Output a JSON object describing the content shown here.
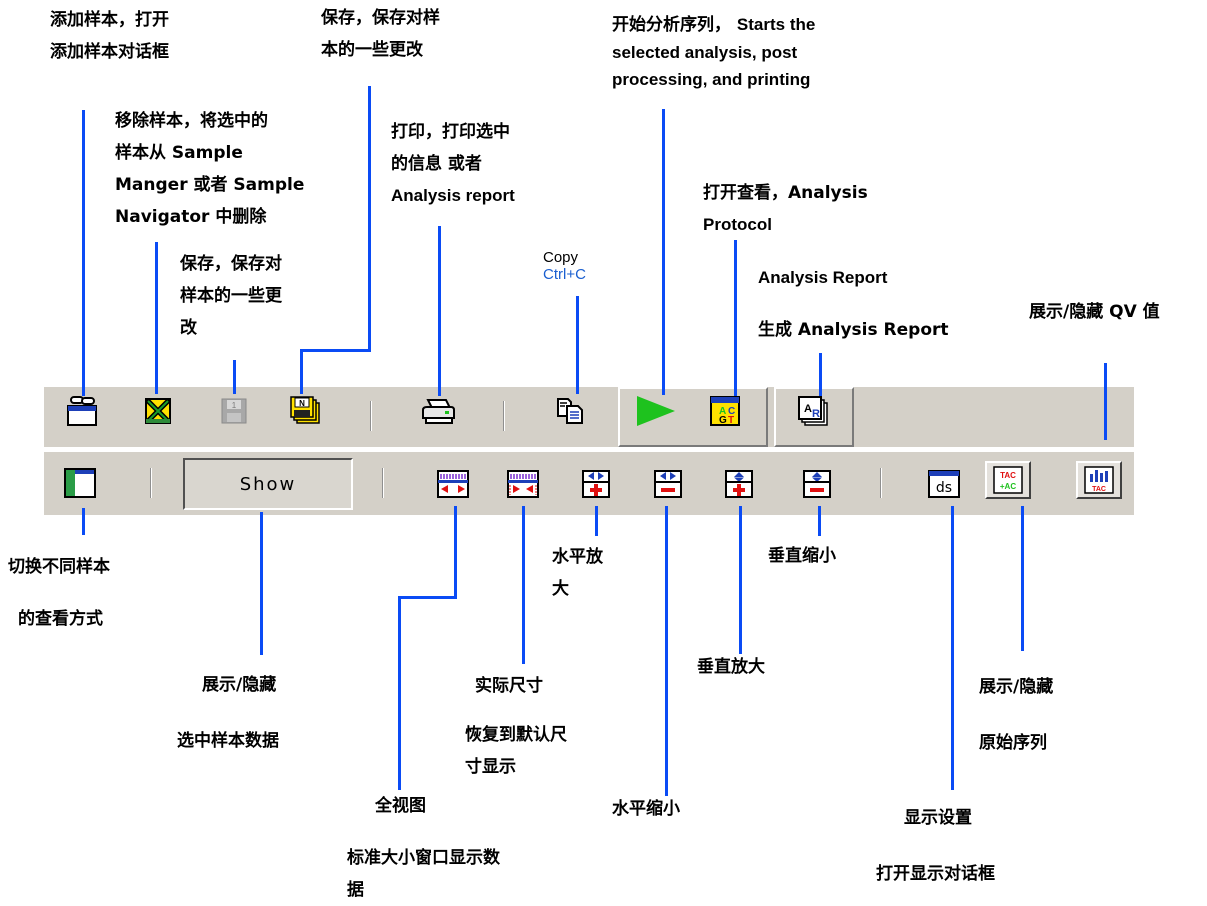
{
  "annotations": {
    "add_sample": [
      "添加样本，打开",
      "添加样本对话框"
    ],
    "save_top": [
      "保存，保存对样",
      "本的一些更改"
    ],
    "start_analysis_cn": "开始分析序列，",
    "start_analysis_en": [
      "Starts the",
      "selected analysis, post",
      "processing, and printing"
    ],
    "remove_sample": [
      "移除样本，将选中的",
      "样本从 Sample",
      "Manger 或者 Sample",
      "Navigator 中删除"
    ],
    "print": [
      "打印，打印选中",
      "的信息 或者",
      "Analysis report"
    ],
    "save_mid": [
      "保存，保存对",
      "样本的一些更",
      "改"
    ],
    "view_protocol": [
      "打开查看，Analysis",
      "Protocol"
    ],
    "analysis_report": [
      "Analysis Report",
      "生成 Analysis Report"
    ],
    "show_qv": "展示/隐藏 QV 值",
    "switch_view": [
      "切换不同样本",
      "的查看方式"
    ],
    "h_zoom_in": [
      "水平放",
      "大"
    ],
    "v_zoom_out": "垂直缩小",
    "show_hide_sample": [
      "展示/隐藏",
      "选中样本数据"
    ],
    "actual_size": [
      "实际尺寸",
      "恢复到默认尺",
      "寸显示"
    ],
    "v_zoom_in": "垂直放大",
    "show_raw": [
      "展示/隐藏",
      "原始序列"
    ],
    "full_view": [
      "全视图",
      "标准大小窗口显示数",
      "据"
    ],
    "h_zoom_out": "水平缩小",
    "display_settings": [
      "显示设置",
      "打开显示对话框"
    ]
  },
  "copy_tooltip": {
    "title": "Copy",
    "shortcut": "Ctrl+C"
  },
  "toolbar2": {
    "show_label": "Show",
    "ds_label": "ds"
  },
  "icons": {
    "add_sample": "add-sample-icon",
    "remove_sample": "remove-sample-icon",
    "save_disabled": "floppy-disk-icon",
    "save_all": "save-all-icon",
    "print": "printer-icon",
    "copy": "copy-icon",
    "start": "play-icon",
    "protocol": "protocol-icon",
    "report": "report-icon",
    "view_switch": "view-switch-icon",
    "full_view": "full-view-icon",
    "actual_size": "actual-size-icon",
    "h_zoom_in": "horizontal-zoom-in-icon",
    "h_zoom_out": "horizontal-zoom-out-icon",
    "v_zoom_in": "vertical-zoom-in-icon",
    "v_zoom_out": "vertical-zoom-out-icon",
    "display_settings": "display-settings-icon",
    "raw_sequence": "raw-sequence-icon",
    "qv_values": "qv-values-icon"
  },
  "colors": {
    "pointer_line": "#0a4bf5",
    "toolbar_bg": "#d4d0c8",
    "play": "#1ec21e"
  }
}
